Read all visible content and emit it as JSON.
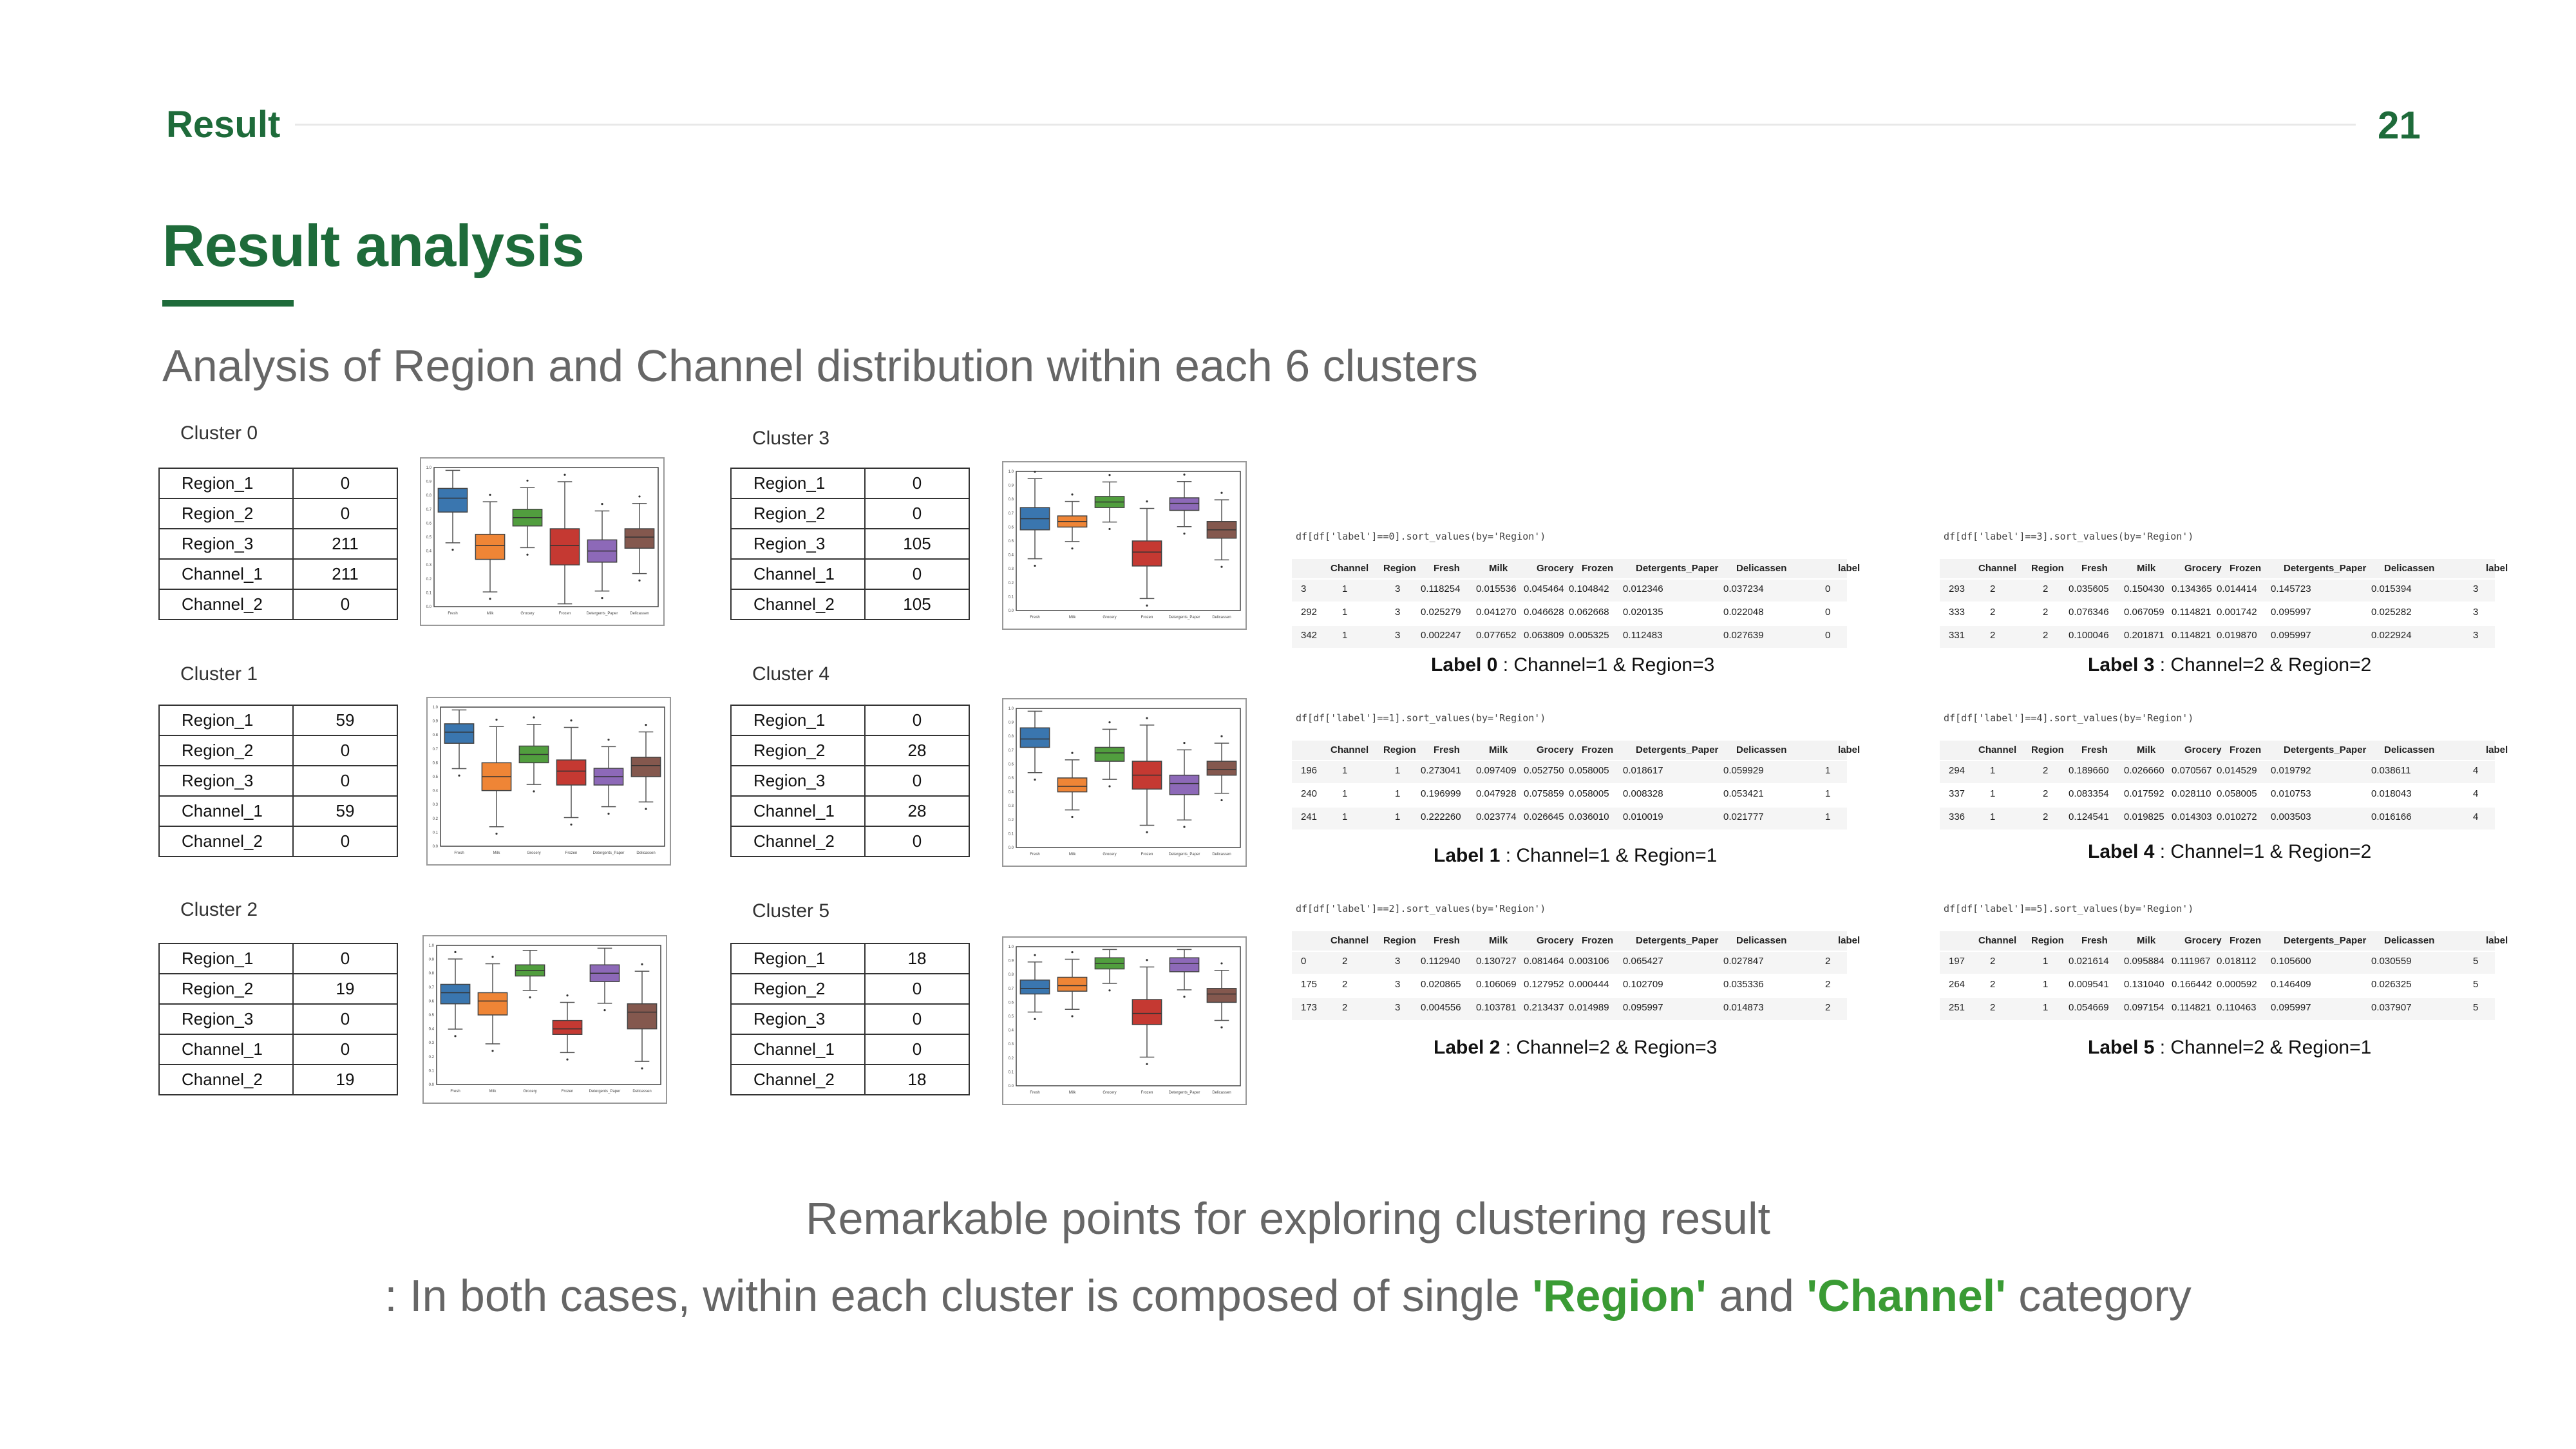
{
  "header": {
    "section": "Result",
    "page_number": "21"
  },
  "title": "Result analysis",
  "subtitle": "Analysis of Region and Channel distribution within each 6 clusters",
  "clusters": [
    {
      "title": "Cluster 0",
      "rows": [
        {
          "k": "Region_1",
          "v": "0"
        },
        {
          "k": "Region_2",
          "v": "0"
        },
        {
          "k": "Region_3",
          "v": "211"
        },
        {
          "k": "Channel_1",
          "v": "211"
        },
        {
          "k": "Channel_2",
          "v": "0"
        }
      ]
    },
    {
      "title": "Cluster 1",
      "rows": [
        {
          "k": "Region_1",
          "v": "59"
        },
        {
          "k": "Region_2",
          "v": "0"
        },
        {
          "k": "Region_3",
          "v": "0"
        },
        {
          "k": "Channel_1",
          "v": "59"
        },
        {
          "k": "Channel_2",
          "v": "0"
        }
      ]
    },
    {
      "title": "Cluster 2",
      "rows": [
        {
          "k": "Region_1",
          "v": "0"
        },
        {
          "k": "Region_2",
          "v": "19"
        },
        {
          "k": "Region_3",
          "v": "0"
        },
        {
          "k": "Channel_1",
          "v": "0"
        },
        {
          "k": "Channel_2",
          "v": "19"
        }
      ]
    },
    {
      "title": "Cluster 3",
      "rows": [
        {
          "k": "Region_1",
          "v": "0"
        },
        {
          "k": "Region_2",
          "v": "0"
        },
        {
          "k": "Region_3",
          "v": "105"
        },
        {
          "k": "Channel_1",
          "v": "0"
        },
        {
          "k": "Channel_2",
          "v": "105"
        }
      ]
    },
    {
      "title": "Cluster 4",
      "rows": [
        {
          "k": "Region_1",
          "v": "0"
        },
        {
          "k": "Region_2",
          "v": "28"
        },
        {
          "k": "Region_3",
          "v": "0"
        },
        {
          "k": "Channel_1",
          "v": "28"
        },
        {
          "k": "Channel_2",
          "v": "0"
        }
      ]
    },
    {
      "title": "Cluster 5",
      "rows": [
        {
          "k": "Region_1",
          "v": "18"
        },
        {
          "k": "Region_2",
          "v": "0"
        },
        {
          "k": "Region_3",
          "v": "0"
        },
        {
          "k": "Channel_1",
          "v": "0"
        },
        {
          "k": "Channel_2",
          "v": "18"
        }
      ]
    }
  ],
  "boxplot": {
    "categories": [
      "Fresh",
      "Milk",
      "Grocery",
      "Frozen",
      "Detergents_Paper",
      "Delicassen"
    ],
    "colors": [
      "#3a76af",
      "#ef8536",
      "#519e3e",
      "#c53932",
      "#8d69b8",
      "#84584e"
    ],
    "y_ticks": [
      "0.0",
      "0.1",
      "0.2",
      "0.3",
      "0.4",
      "0.5",
      "0.6",
      "0.7",
      "0.8",
      "0.9",
      "1.0"
    ],
    "plots": [
      [
        [
          0.68,
          0.78,
          0.85
        ],
        [
          0.34,
          0.44,
          0.52
        ],
        [
          0.58,
          0.64,
          0.7
        ],
        [
          0.3,
          0.44,
          0.56
        ],
        [
          0.32,
          0.4,
          0.48
        ],
        [
          0.42,
          0.5,
          0.56
        ]
      ],
      [
        [
          0.74,
          0.82,
          0.88
        ],
        [
          0.4,
          0.5,
          0.6
        ],
        [
          0.6,
          0.66,
          0.72
        ],
        [
          0.44,
          0.54,
          0.62
        ],
        [
          0.44,
          0.5,
          0.56
        ],
        [
          0.5,
          0.58,
          0.64
        ]
      ],
      [
        [
          0.58,
          0.66,
          0.72
        ],
        [
          0.5,
          0.6,
          0.66
        ],
        [
          0.78,
          0.82,
          0.86
        ],
        [
          0.36,
          0.4,
          0.46
        ],
        [
          0.74,
          0.8,
          0.86
        ],
        [
          0.4,
          0.52,
          0.58
        ]
      ],
      [
        [
          0.58,
          0.66,
          0.74
        ],
        [
          0.6,
          0.64,
          0.68
        ],
        [
          0.74,
          0.78,
          0.82
        ],
        [
          0.32,
          0.42,
          0.5
        ],
        [
          0.72,
          0.77,
          0.81
        ],
        [
          0.52,
          0.58,
          0.64
        ]
      ],
      [
        [
          0.72,
          0.78,
          0.86
        ],
        [
          0.4,
          0.44,
          0.5
        ],
        [
          0.62,
          0.68,
          0.72
        ],
        [
          0.42,
          0.52,
          0.62
        ],
        [
          0.38,
          0.46,
          0.52
        ],
        [
          0.52,
          0.56,
          0.62
        ]
      ],
      [
        [
          0.66,
          0.7,
          0.76
        ],
        [
          0.68,
          0.72,
          0.78
        ],
        [
          0.84,
          0.88,
          0.92
        ],
        [
          0.44,
          0.52,
          0.62
        ],
        [
          0.82,
          0.88,
          0.92
        ],
        [
          0.6,
          0.66,
          0.7
        ]
      ]
    ]
  },
  "dataframes": [
    {
      "code": "df[df['label']==0].sort_values(by='Region')",
      "caption_label": "Label 0",
      "caption_text": " : Channel=1 & Region=3",
      "rows": [
        [
          "3",
          "1",
          "3",
          "0.118254",
          "0.015536",
          "0.045464",
          "0.104842",
          "0.012346",
          "0.037234",
          "0"
        ],
        [
          "292",
          "1",
          "3",
          "0.025279",
          "0.041270",
          "0.046628",
          "0.062668",
          "0.020135",
          "0.022048",
          "0"
        ],
        [
          "342",
          "1",
          "3",
          "0.002247",
          "0.077652",
          "0.063809",
          "0.005325",
          "0.112483",
          "0.027639",
          "0"
        ]
      ]
    },
    {
      "code": "df[df['label']==1].sort_values(by='Region')",
      "caption_label": "Label 1",
      "caption_text": " : Channel=1 & Region=1",
      "rows": [
        [
          "196",
          "1",
          "1",
          "0.273041",
          "0.097409",
          "0.052750",
          "0.058005",
          "0.018617",
          "0.059929",
          "1"
        ],
        [
          "240",
          "1",
          "1",
          "0.196999",
          "0.047928",
          "0.075859",
          "0.058005",
          "0.008328",
          "0.053421",
          "1"
        ],
        [
          "241",
          "1",
          "1",
          "0.222260",
          "0.023774",
          "0.026645",
          "0.036010",
          "0.010019",
          "0.021777",
          "1"
        ]
      ]
    },
    {
      "code": "df[df['label']==2].sort_values(by='Region')",
      "caption_label": "Label 2",
      "caption_text": " : Channel=2 & Region=3",
      "rows": [
        [
          "0",
          "2",
          "3",
          "0.112940",
          "0.130727",
          "0.081464",
          "0.003106",
          "0.065427",
          "0.027847",
          "2"
        ],
        [
          "175",
          "2",
          "3",
          "0.020865",
          "0.106069",
          "0.127952",
          "0.000444",
          "0.102709",
          "0.035336",
          "2"
        ],
        [
          "173",
          "2",
          "3",
          "0.004556",
          "0.103781",
          "0.213437",
          "0.014989",
          "0.095997",
          "0.014873",
          "2"
        ]
      ]
    },
    {
      "code": "df[df['label']==3].sort_values(by='Region')",
      "caption_label": "Label 3",
      "caption_text": " : Channel=2 & Region=2",
      "rows": [
        [
          "293",
          "2",
          "2",
          "0.035605",
          "0.150430",
          "0.134365",
          "0.014414",
          "0.145723",
          "0.015394",
          "3"
        ],
        [
          "333",
          "2",
          "2",
          "0.076346",
          "0.067059",
          "0.114821",
          "0.001742",
          "0.095997",
          "0.025282",
          "3"
        ],
        [
          "331",
          "2",
          "2",
          "0.100046",
          "0.201871",
          "0.114821",
          "0.019870",
          "0.095997",
          "0.022924",
          "3"
        ]
      ]
    },
    {
      "code": "df[df['label']==4].sort_values(by='Region')",
      "caption_label": "Label 4",
      "caption_text": " : Channel=1 & Region=2",
      "rows": [
        [
          "294",
          "1",
          "2",
          "0.189660",
          "0.026660",
          "0.070567",
          "0.014529",
          "0.019792",
          "0.038611",
          "4"
        ],
        [
          "337",
          "1",
          "2",
          "0.083354",
          "0.017592",
          "0.028110",
          "0.058005",
          "0.010753",
          "0.018043",
          "4"
        ],
        [
          "336",
          "1",
          "2",
          "0.124541",
          "0.019825",
          "0.014303",
          "0.010272",
          "0.003503",
          "0.016166",
          "4"
        ]
      ]
    },
    {
      "code": "df[df['label']==5].sort_values(by='Region')",
      "caption_label": "Label 5",
      "caption_text": " : Channel=2 & Region=1",
      "rows": [
        [
          "197",
          "2",
          "1",
          "0.021614",
          "0.095884",
          "0.111967",
          "0.018112",
          "0.105600",
          "0.030559",
          "5"
        ],
        [
          "264",
          "2",
          "1",
          "0.009541",
          "0.131040",
          "0.166442",
          "0.000592",
          "0.146409",
          "0.026325",
          "5"
        ],
        [
          "251",
          "2",
          "1",
          "0.054669",
          "0.097154",
          "0.114821",
          "0.110463",
          "0.095997",
          "0.037907",
          "5"
        ]
      ]
    }
  ],
  "df_columns": [
    "Channel",
    "Region",
    "Fresh",
    "Milk",
    "Grocery",
    "Frozen",
    "Detergents_Paper",
    "Delicassen",
    "label"
  ],
  "remark": {
    "line1": "Remarkable points for exploring clustering result",
    "line2_pre": ": In both cases, within each cluster is composed of single ",
    "region_word": "'Region'",
    "and_word": " and ",
    "channel_word": "'Channel'",
    "line2_post": " category"
  }
}
